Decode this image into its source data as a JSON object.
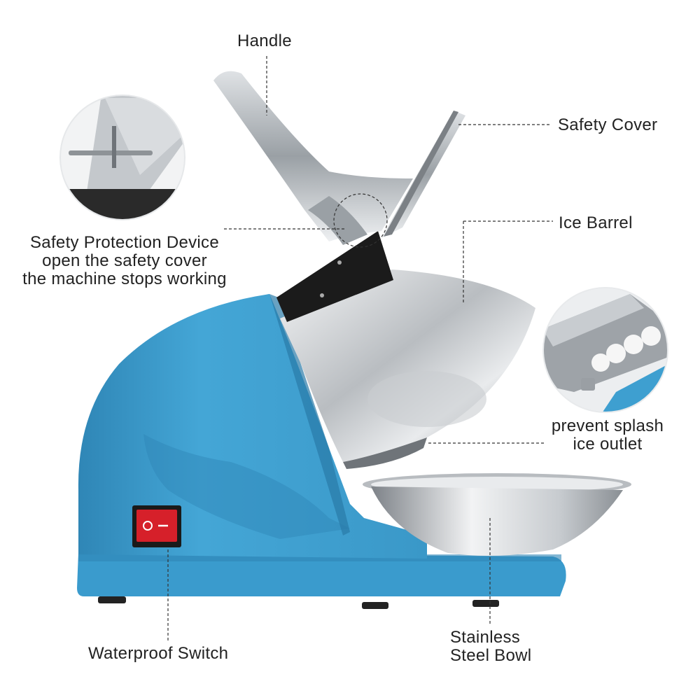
{
  "labels": {
    "handle": "Handle",
    "safety_cover": "Safety Cover",
    "ice_barrel": "Ice Barrel",
    "safety_device": {
      "line1": "Safety Protection Device",
      "line2": "open the safety cover",
      "line3": "the machine stops working"
    },
    "outlet": {
      "line1": "prevent splash",
      "line2": "ice outlet"
    },
    "switch": "Waterproof Switch",
    "bowl": {
      "line1": "Stainless",
      "line2": "Steel Bowl"
    }
  },
  "colors": {
    "body_blue": "#3e9fd0",
    "body_blue_dark": "#2f86b6",
    "steel_light": "#eef0f2",
    "steel_dark": "#8f9499",
    "switch_red": "#d6202a",
    "leader_line": "#333333"
  }
}
